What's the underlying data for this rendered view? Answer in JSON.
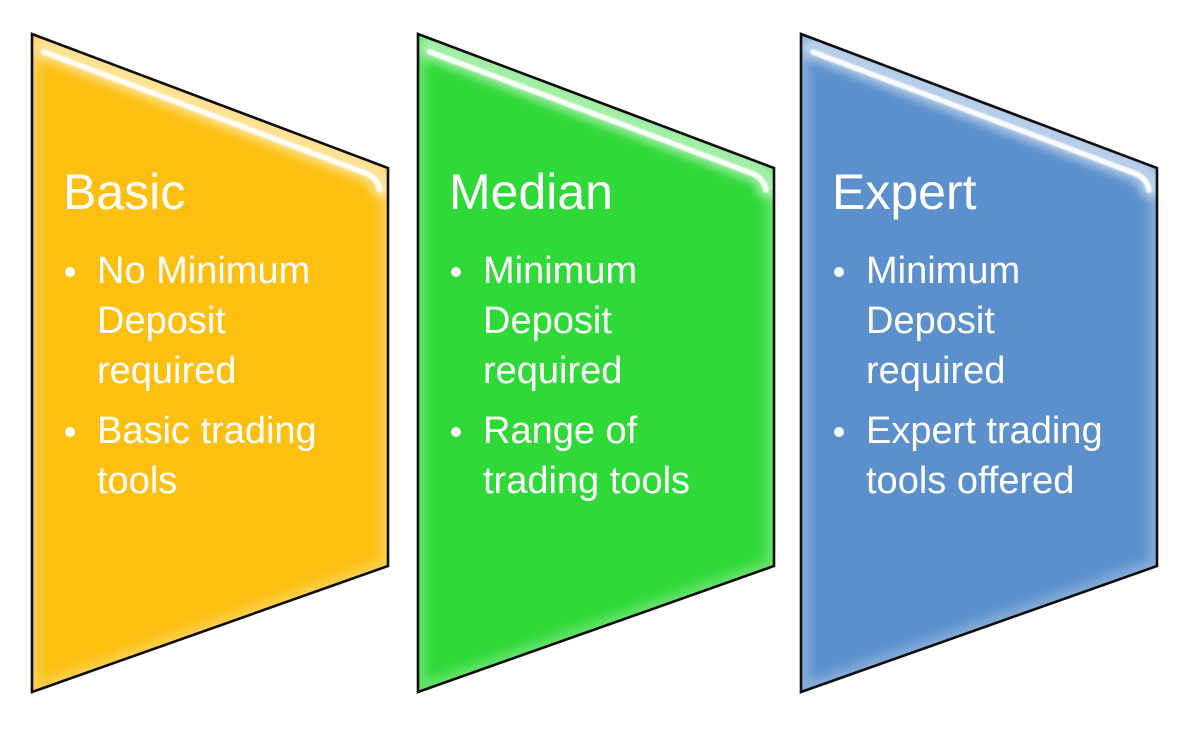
{
  "page": {
    "background_color": "#FFFFFF",
    "border_color": "#0E0E0E",
    "gloss_color": "#FFFFFF"
  },
  "cards": [
    {
      "title": "Basic",
      "bullets": [
        "No Minimum\nDeposit\nrequired",
        "Basic trading\ntools"
      ],
      "fill": "#FDBF10",
      "text_color": "#FFFFFF"
    },
    {
      "title": "Median",
      "bullets": [
        "Minimum\nDeposit\nrequired",
        "Range of\ntrading tools"
      ],
      "fill": "#2FD938",
      "text_color": "#FFFFFF"
    },
    {
      "title": "Expert",
      "bullets": [
        "Minimum\nDeposit\nrequired",
        "Expert trading\ntools offered"
      ],
      "fill": "#5B90CC",
      "text_color": "#FFFFFF"
    }
  ]
}
